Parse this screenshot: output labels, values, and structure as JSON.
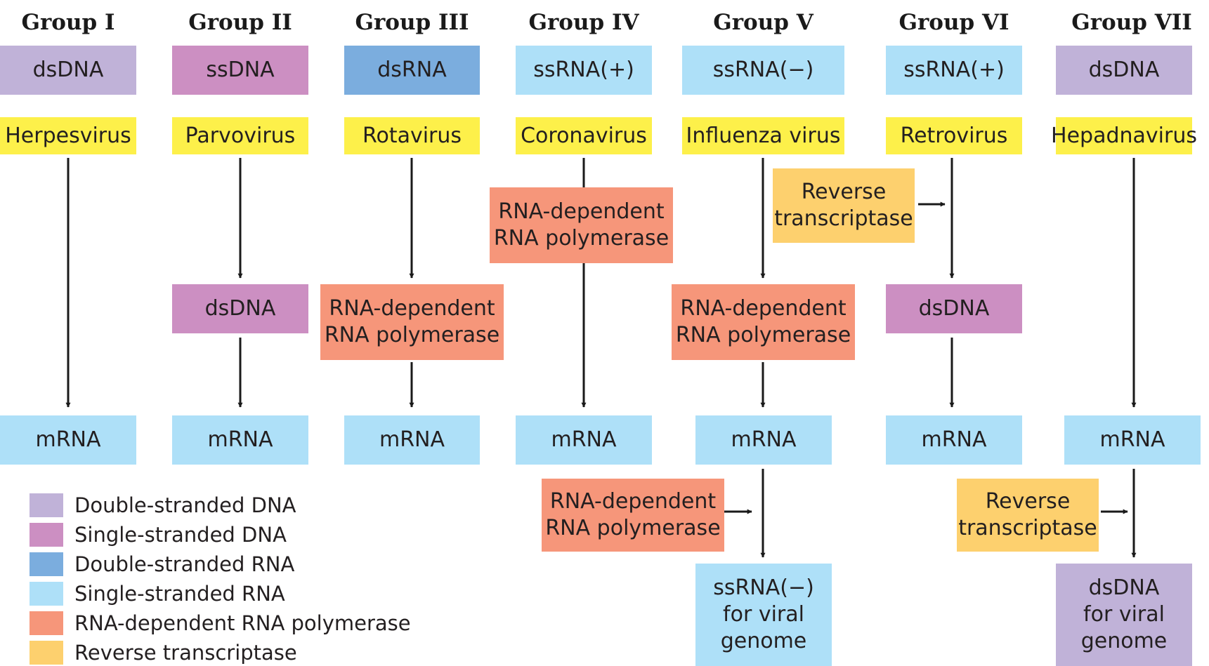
{
  "colors": {
    "dsdna": "#c0b2d8",
    "ssdna": "#cc8fc2",
    "dsrna": "#7badde",
    "ssrna": "#aee0f8",
    "rdrp": "#f6967a",
    "rt": "#fdd06e",
    "virus": "#fdf04a"
  },
  "groups": [
    {
      "header": "Group I",
      "genome": "dsDNA",
      "genome_type": "dsdna",
      "virus": "Herpesvirus",
      "mrna": "mRNA"
    },
    {
      "header": "Group II",
      "genome": "ssDNA",
      "genome_type": "ssdna",
      "virus": "Parvovirus",
      "intermediate": "dsDNA",
      "mrna": "mRNA"
    },
    {
      "header": "Group III",
      "genome": "dsRNA",
      "genome_type": "dsrna",
      "virus": "Rotavirus",
      "enzyme": "RNA-dependent\nRNA polymerase",
      "mrna": "mRNA"
    },
    {
      "header": "Group IV",
      "genome": "ssRNA(+)",
      "genome_type": "ssrna",
      "virus": "Coronavirus",
      "enzyme": "RNA-dependent\nRNA polymerase",
      "mrna": "mRNA"
    },
    {
      "header": "Group V",
      "genome": "ssRNA(−)",
      "genome_type": "ssrna",
      "virus": "Influenza virus",
      "enzyme": "RNA-dependent\nRNA polymerase",
      "mrna": "mRNA",
      "side_enzyme": "RNA-dependent\nRNA polymerase",
      "product": "ssRNA(−)\nfor viral\ngenome"
    },
    {
      "header": "Group VI",
      "genome": "ssRNA(+)",
      "genome_type": "ssrna",
      "virus": "Retrovirus",
      "side_enzyme_top": "Reverse\ntranscriptase",
      "intermediate": "dsDNA",
      "mrna": "mRNA"
    },
    {
      "header": "Group VII",
      "genome": "dsDNA",
      "genome_type": "dsdna",
      "virus": "Hepadnavirus",
      "mrna": "mRNA",
      "side_enzyme": "Reverse\ntranscriptase",
      "product": "dsDNA\nfor viral\ngenome"
    }
  ],
  "legend": [
    {
      "label": "Double-stranded DNA",
      "type": "dsdna"
    },
    {
      "label": "Single-stranded  DNA",
      "type": "ssdna"
    },
    {
      "label": "Double-stranded RNA",
      "type": "dsrna"
    },
    {
      "label": "Single-stranded RNA",
      "type": "ssrna"
    },
    {
      "label": "RNA-dependent RNA polymerase",
      "type": "rdrp"
    },
    {
      "label": "Reverse transcriptase",
      "type": "rt"
    }
  ]
}
